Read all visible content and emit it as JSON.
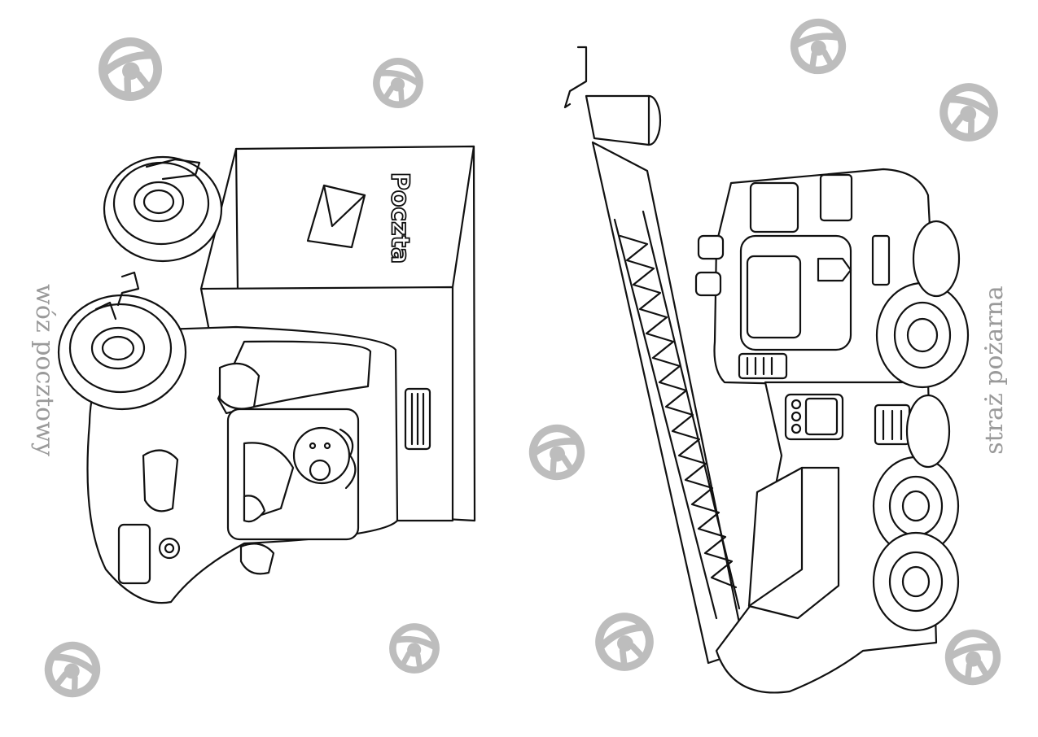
{
  "captions": {
    "left": "wóz pocztowy",
    "right": "straż pożarna"
  },
  "vehicle_labels": {
    "mail_truck_sign": "Poczta"
  },
  "icons": [
    "steering-wheel-icon",
    "envelope-icon"
  ],
  "colors": {
    "background": "#ffffff",
    "line_art": "#111111",
    "caption_text": "#9a9a9a",
    "decor_icons": "#bdbdbd"
  }
}
